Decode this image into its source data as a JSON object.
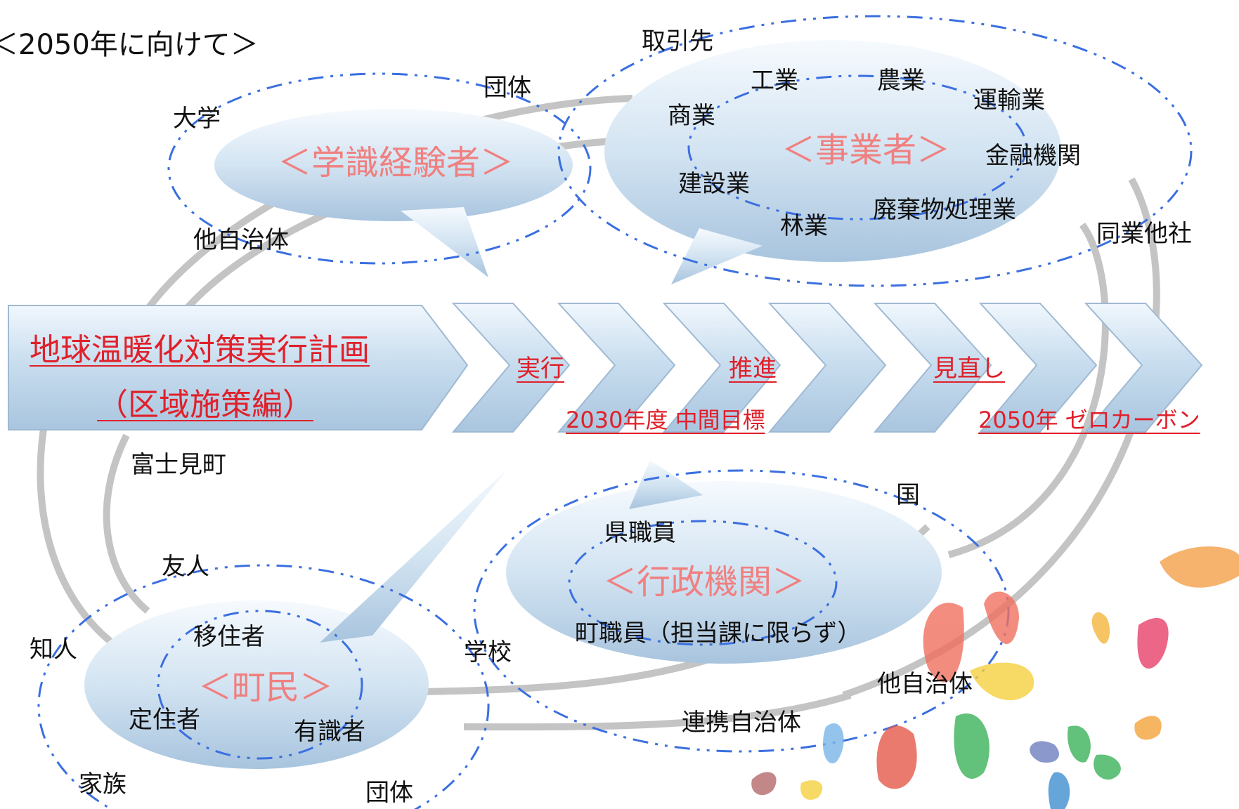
{
  "heading": "＜2050年に向けて＞",
  "plan": {
    "title_line1": "地球温暖化対策実行計画",
    "title_line2": "（区域施策編）",
    "steps": [
      "実行",
      "推進",
      "見直し"
    ],
    "goals": [
      "2030年度 中間目標",
      "2050年 ゼロカーボン"
    ]
  },
  "groups": {
    "academic": {
      "title": "＜学識経験者＞",
      "outer": [
        "大学",
        "団体",
        "他自治体"
      ]
    },
    "business": {
      "title": "＜事業者＞",
      "inner": [
        "工業",
        "農業",
        "商業",
        "運輸業",
        "金融機関",
        "建設業",
        "林業",
        "廃棄物処理業"
      ],
      "outer": [
        "取引先",
        "同業他社"
      ]
    },
    "admin": {
      "title": "＜行政機関＞",
      "inner": [
        "県職員",
        "町職員（担当課に限らず）"
      ],
      "outer": [
        "国",
        "学校",
        "他自治体",
        "連携自治体"
      ]
    },
    "residents": {
      "title": "＜町民＞",
      "inner": [
        "移住者",
        "定住者",
        "有識者"
      ],
      "outer": [
        "友人",
        "知人",
        "家族",
        "団体"
      ]
    }
  },
  "town": "富士見町",
  "colors": {
    "accent_red": "#e0202a",
    "bubble_title": "#f08080",
    "dash_blue": "#3b6fe0",
    "orbit_gray": "#c4c4c4"
  }
}
